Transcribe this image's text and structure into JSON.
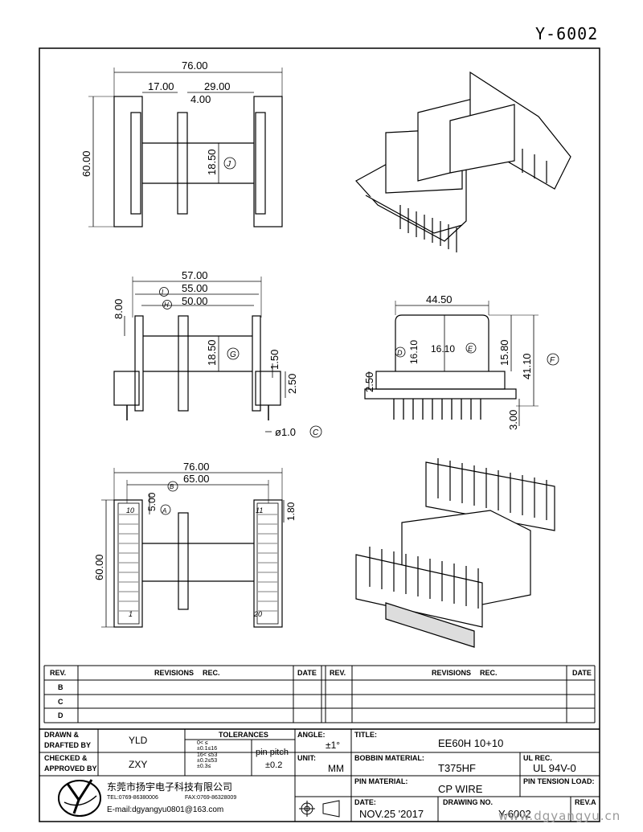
{
  "header": {
    "drawing_code": "Y-6002"
  },
  "dimensions": {
    "top": {
      "w76": "76.00",
      "w17": "17.00",
      "w29": "29.00",
      "w4": "4.00",
      "h60": "60.00",
      "h1850": "18.50",
      "ref": "J"
    },
    "side": {
      "w57": "57.00",
      "w55": "55.00",
      "w50": "50.00",
      "h8": "8.00",
      "h1850": "18.50",
      "h150": "1.50",
      "h250": "2.50",
      "pin": "ø1.0",
      "ref_i": "I",
      "ref_h": "H",
      "ref_g": "G",
      "ref_c": "C"
    },
    "front": {
      "w4450": "44.50",
      "d1610a": "16.10",
      "d1610b": "16.10",
      "h1580": "15.80",
      "h4110": "41.10",
      "h250": "2.50",
      "h300": "3.00",
      "ref_d": "D",
      "ref_e": "E",
      "ref_f": "F"
    },
    "bottom": {
      "w76": "76.00",
      "w65": "65.00",
      "h5": "5.00",
      "h180": "1.80",
      "h60": "60.00",
      "pin10": "10",
      "pin11": "11",
      "pin1": "1",
      "pin20": "20",
      "ref_a": "A",
      "ref_b": "B"
    }
  },
  "title_block": {
    "revisions_left": {
      "col_rev": "REV.",
      "col_revisions": "REVISIONS",
      "col_rec": "REC.",
      "col_date": "DATE",
      "rows": [
        "B",
        "C",
        "D"
      ]
    },
    "revisions_right": {
      "col_rev": "REV.",
      "col_revisions": "REVISIONS",
      "col_rec": "REC.",
      "col_date": "DATE"
    },
    "drawn_label_1": "DRAWN &",
    "drawn_label_2": "DRAFTED BY",
    "drawn_value": "YLD",
    "checked_label_1": "CHECKED &",
    "checked_label_2": "APPROVED BY",
    "checked_value": "ZXY",
    "tolerances_label": "TOLERANCES",
    "tol_lines": [
      "0<    ≤",
      "±0.1≤16",
      "16<    ≤53",
      "±0.2≤53",
      "±0.3≤"
    ],
    "pin_pitch_label": "pin pitch",
    "pin_pitch_value": "±0.2",
    "angle_label": "ANGLE:",
    "angle_value": "±1°",
    "unit_label": "UNIT:",
    "unit_value": "MM",
    "title_label": "TITLE:",
    "title_value": "EE60H 10+10",
    "bobbin_label": "BOBBIN MATERIAL:",
    "bobbin_value": "T375HF",
    "ul_label": "UL REC.",
    "ul_value": "UL 94V-0",
    "pin_material_label": "PIN MATERIAL:",
    "pin_material_value": "CP WIRE",
    "pin_tension_label": "PIN TENSION LOAD:",
    "date_label": "DATE:",
    "date_value": "NOV.25 '2017",
    "drawing_no_label": "DRAWING NO.",
    "drawing_no_value": "Y-6002",
    "rev_a_label": "REV.A",
    "company_name": "东莞市扬宇电子科技有限公司",
    "company_tel": "TEL:0769-86380006",
    "company_fax": "FAX:0769-86328009",
    "company_email": "E-mail:dgyangyu0801@163.com"
  },
  "watermark": "www.dgyangyu.cn"
}
